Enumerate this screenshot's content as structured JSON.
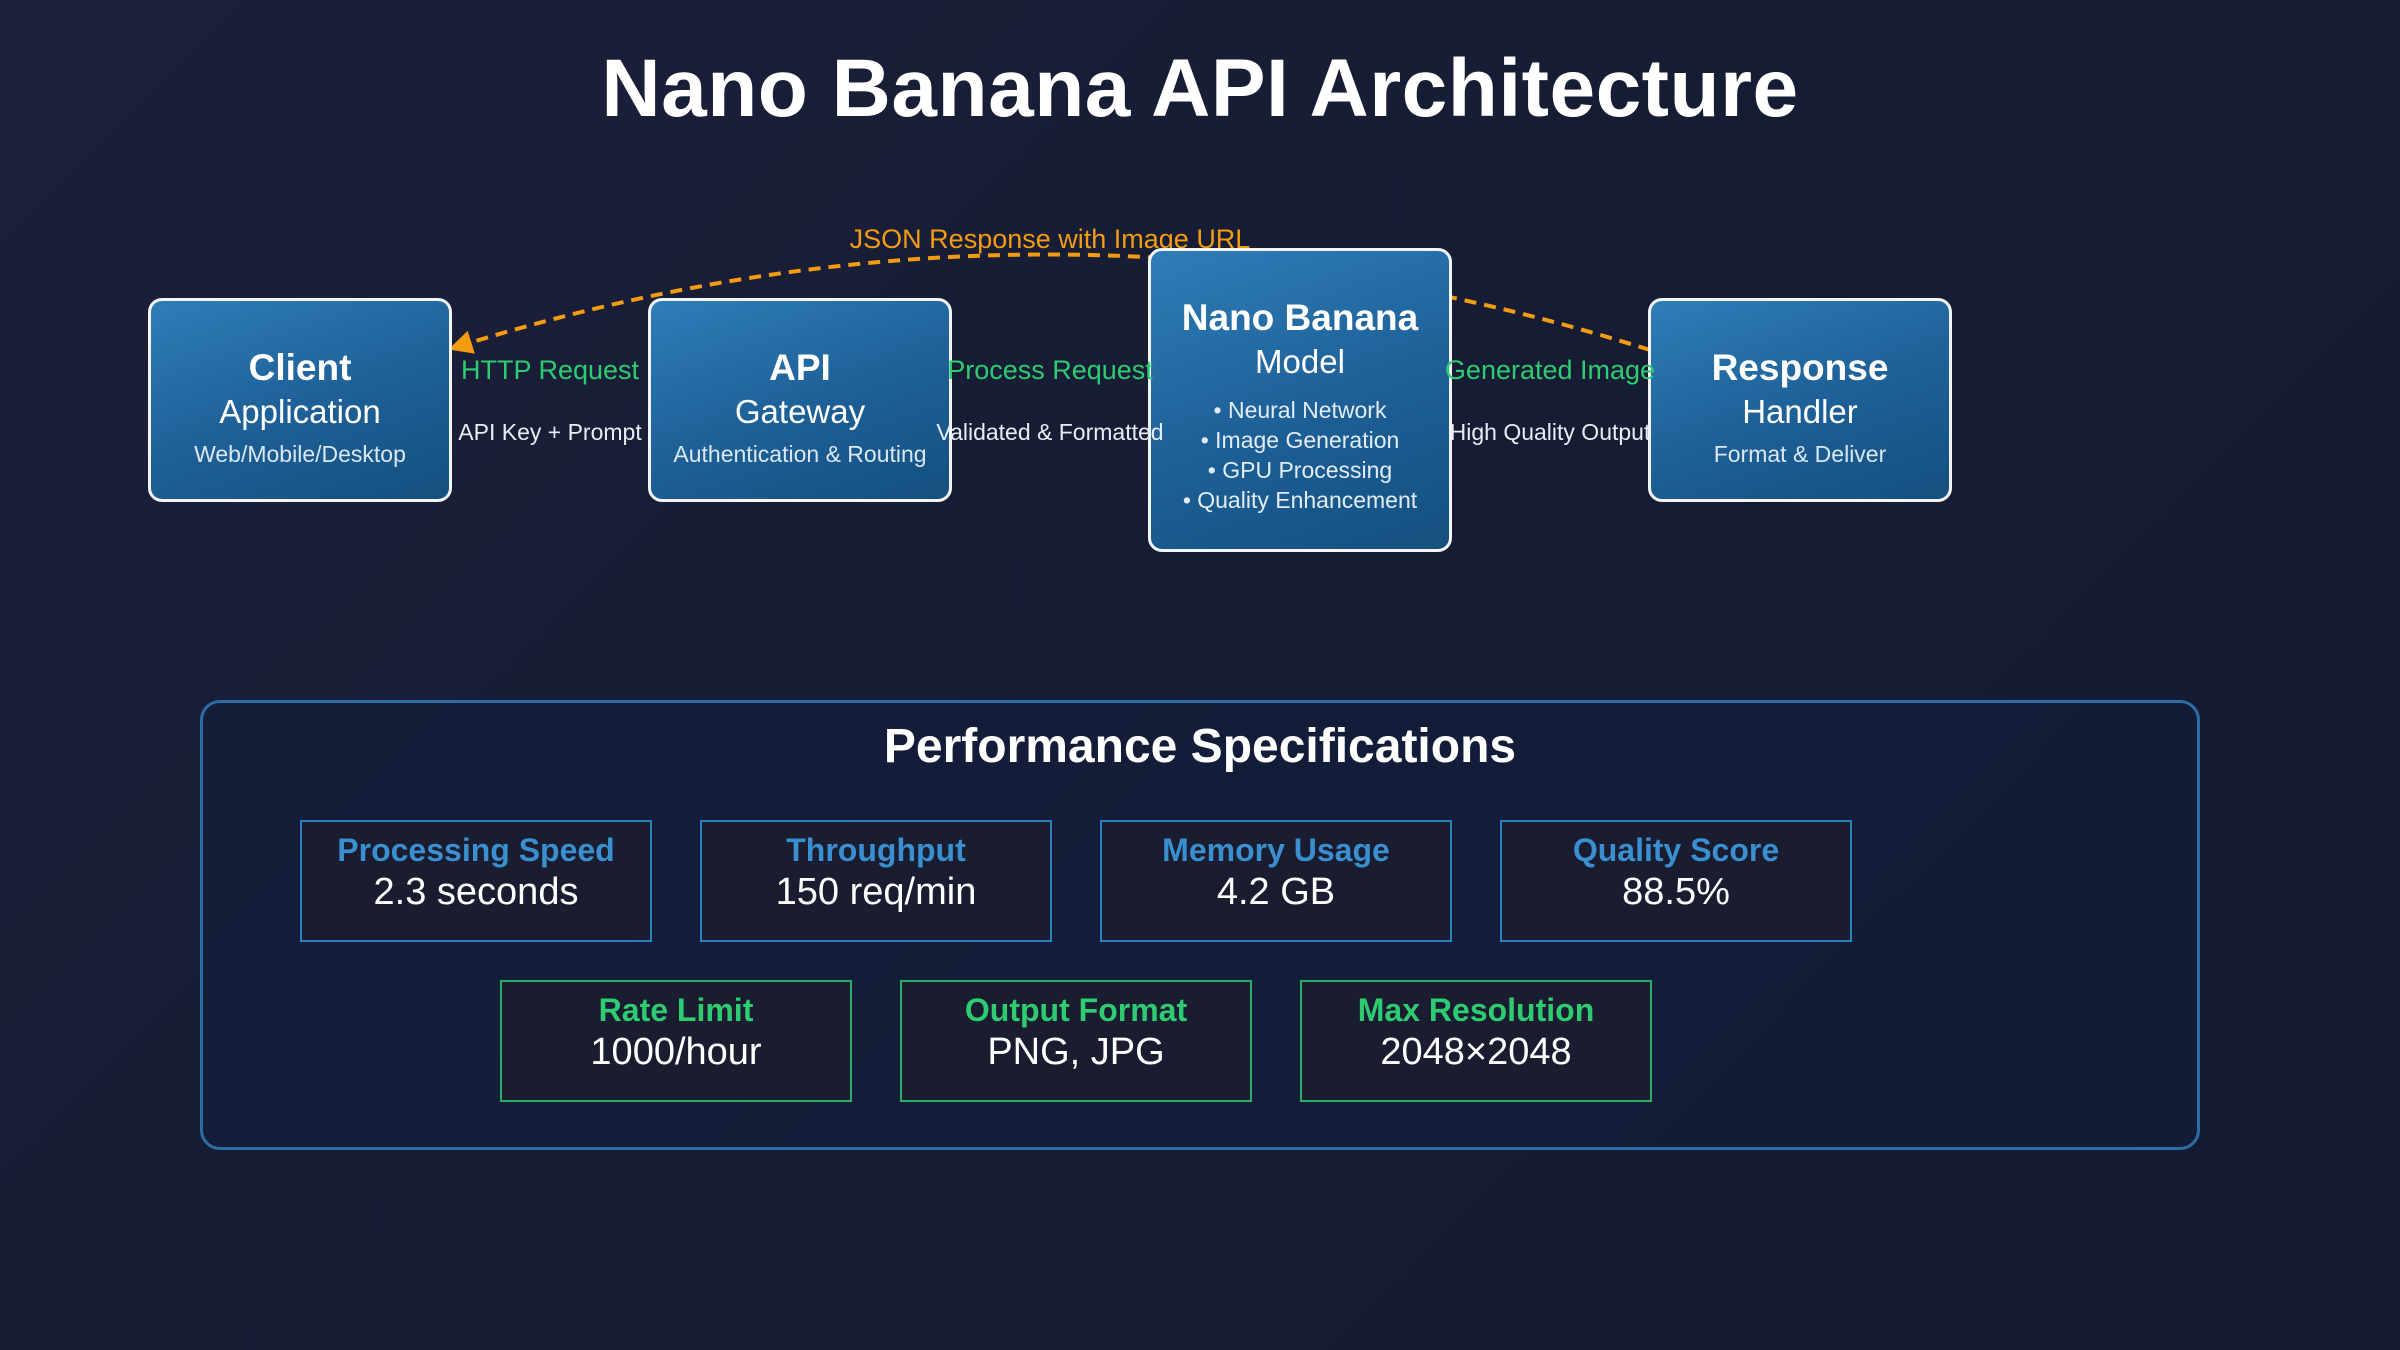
{
  "title": "Nano Banana API Architecture",
  "colors": {
    "node_fill": "#1d5f96",
    "node_border": "#f2f4f8",
    "flow_label": "#2ecc71",
    "return_arrow": "#f39c12",
    "spec_blue": "#2e7fc1",
    "spec_green": "#27ae60"
  },
  "nodes": {
    "client": {
      "title": "Client",
      "subtitle": "Application",
      "detail": "Web/Mobile/Desktop"
    },
    "gateway": {
      "title": "API",
      "subtitle": "Gateway",
      "detail": "Authentication & Routing"
    },
    "model": {
      "title": "Nano Banana",
      "subtitle": "Model",
      "features": [
        "• Neural Network",
        "• Image Generation",
        "• GPU Processing",
        "• Quality Enhancement"
      ]
    },
    "handler": {
      "title": "Response",
      "subtitle": "Handler",
      "detail": "Format & Deliver"
    }
  },
  "edges": [
    {
      "label": "HTTP Request",
      "detail": "API Key + Prompt"
    },
    {
      "label": "Process Request",
      "detail": "Validated & Formatted"
    },
    {
      "label": "Generated Image",
      "detail": "High Quality Output"
    }
  ],
  "return_flow": {
    "label": "JSON Response with Image URL"
  },
  "performance": {
    "title": "Performance Specifications",
    "specs": [
      {
        "label": "Processing Speed",
        "value": "2.3 seconds"
      },
      {
        "label": "Throughput",
        "value": "150 req/min"
      },
      {
        "label": "Memory Usage",
        "value": "4.2 GB"
      },
      {
        "label": "Quality Score",
        "value": "88.5%"
      }
    ],
    "limits": [
      {
        "label": "Rate Limit",
        "value": "1000/hour"
      },
      {
        "label": "Output Format",
        "value": "PNG, JPG"
      },
      {
        "label": "Max Resolution",
        "value": "2048×2048"
      }
    ]
  }
}
